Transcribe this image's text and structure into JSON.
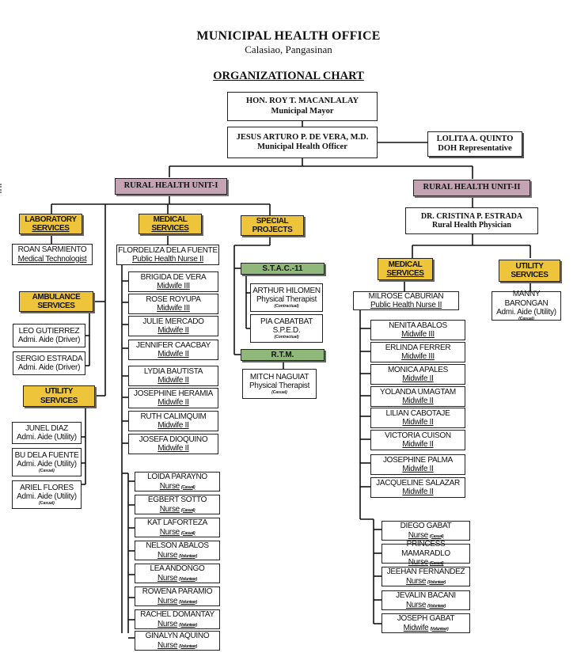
{
  "header": {
    "office": "MUNICIPAL HEALTH OFFICE",
    "location": "Calasiao, Pangasinan",
    "chart_title": "ORGANIZATIONAL CHART"
  },
  "colors": {
    "unit_header": "#c4a3b2",
    "service_header": "#eec43a",
    "project_header": "#8fb87a"
  },
  "top": {
    "mayor": {
      "name": "HON. ROY T. MACANLALAY",
      "role": "Municipal Mayor"
    },
    "mho": {
      "name": "JESUS ARTURO P. DE VERA, M.D.",
      "role": "Municipal Health Officer"
    },
    "doh": {
      "name": "LOLITA A. QUINTO",
      "role": "DOH Representative"
    }
  },
  "rhu1": {
    "label": "RURAL HEALTH UNIT-I",
    "laboratory": {
      "title": [
        "LABORATORY",
        "SERVICES"
      ],
      "staff": [
        {
          "name": "ROAN SARMIENTO",
          "role": "Medical Technologist"
        }
      ]
    },
    "ambulance": {
      "title": [
        "AMBULANCE",
        "SERVICES"
      ],
      "staff": [
        {
          "name": "LEO GUTIERREZ",
          "role": "Admi. Aide (Driver)"
        },
        {
          "name": "SERGIO ESTRADA",
          "role": "Admi. Aide (Driver)"
        }
      ]
    },
    "utility": {
      "title": [
        "UTILITY",
        "SERVICES"
      ],
      "staff": [
        {
          "name": "JUNEL DIAZ",
          "role": "Admi. Aide (Utility)",
          "status": ""
        },
        {
          "name": "BU DELA FUENTE",
          "role": "Admi. Aide (Utility)",
          "status": "(Casual)"
        },
        {
          "name": "ARIEL FLORES",
          "role": "Admi. Aide (Utility)",
          "status": "(Casual)"
        }
      ]
    },
    "medical": {
      "title": [
        "MEDICAL",
        "SERVICES"
      ],
      "head": {
        "name": "FLORDELIZA DELA FUENTE",
        "role": "Public Health Nurse II"
      },
      "midwives": [
        {
          "name": "BRIGIDA DE VERA",
          "role": "Midwife III"
        },
        {
          "name": "ROSE ROYUPA",
          "role": "Midwife III"
        },
        {
          "name": "JULIE MERCADO",
          "role": "Midwife II"
        },
        {
          "name": "JENNIFER CAACBAY",
          "role": "Midwife II"
        },
        {
          "name": "LYDIA BAUTISTA",
          "role": "Midwife II"
        },
        {
          "name": "JOSEPHINE HERAMIA",
          "role": "Midwife II"
        },
        {
          "name": "RUTH CALIMQUIM",
          "role": "Midwife II"
        },
        {
          "name": "JOSEFA DIOQUINO",
          "role": "Midwife II"
        }
      ],
      "nurses": [
        {
          "name": "LOIDA PARAYNO",
          "role": "Nurse",
          "status": "(Casual)"
        },
        {
          "name": "EGBERT SOTTO",
          "role": "Nurse",
          "status": "(Casual)"
        },
        {
          "name": "KAT LAFORTEZA",
          "role": "Nurse",
          "status": "(Casual)"
        },
        {
          "name": "NELSON ABALOS",
          "role": "Nurse",
          "status": "(Volunteer)"
        },
        {
          "name": "LEA ANDONGO",
          "role": "Nurse",
          "status": "(Volunteer)"
        },
        {
          "name": "ROWENA PARAMIO",
          "role": "Nurse",
          "status": "(Volunteer)"
        },
        {
          "name": "RACHEL DOMANTAY",
          "role": "Nurse",
          "status": "(Volunteer)"
        },
        {
          "name": "GINALYN AQUINO",
          "role": "Nurse",
          "status": "(Volunteer)"
        }
      ]
    },
    "special": {
      "title": [
        "SPECIAL",
        "PROJECTS"
      ],
      "stac": {
        "label": "S.T.A.C.-11",
        "staff": [
          {
            "name": "ARTHUR HILOMEN",
            "role": "Physical Therapist",
            "status": "(Contractual)"
          },
          {
            "name": "PIA CABATBAT",
            "role": "S.P.E.D.",
            "status": "(Contractual)"
          }
        ]
      },
      "rtm": {
        "label": "R.T.M.",
        "staff": [
          {
            "name": "MITCH NAGUIAT",
            "role": "Physical Therapist",
            "status": "(Casual)"
          }
        ]
      }
    }
  },
  "rhu2": {
    "label": "RURAL HEALTH UNIT-II",
    "physician": {
      "name": "DR. CRISTINA P. ESTRADA",
      "role": "Rural Health Physician"
    },
    "medical": {
      "title": [
        "MEDICAL",
        "SERVICES"
      ],
      "head": {
        "name": "MILROSE CABURIAN",
        "role": "Public Health Nurse II"
      },
      "midwives": [
        {
          "name": "NENITA ABALOS",
          "role": "Midwife III"
        },
        {
          "name": "ERLINDA FERRER",
          "role": "Midwife III"
        },
        {
          "name": "MONICA APALES",
          "role": "Midwife II"
        },
        {
          "name": "YOLANDA UMAGTAM",
          "role": "Midwife II"
        },
        {
          "name": "LILIAN CABOTAJE",
          "role": "Midwife II"
        },
        {
          "name": "VICTORIA CUISON",
          "role": "Midwife II"
        },
        {
          "name": "JOSEPHINE PALMA",
          "role": "Midwife II"
        },
        {
          "name": "JACQUELINE SALAZAR",
          "role": "Midwife II"
        }
      ],
      "others": [
        {
          "name": "DIEGO GABAT",
          "role": "Nurse",
          "status": "(Casual)"
        },
        {
          "name": "PRINCESS MAMARADLO",
          "role": "Nurse",
          "status": "(Casual)"
        },
        {
          "name": "JEEHAN FERNANDEZ",
          "role": "Nurse",
          "status": "(Volunteer)"
        },
        {
          "name": "JEVALIN BACANI",
          "role": "Nurse",
          "status": "(Volunteer)"
        },
        {
          "name": "JOSEPH GABAT",
          "role": "Midwife",
          "status": "(Volunteer)"
        }
      ]
    },
    "utility": {
      "title": [
        "UTILITY",
        "SERVICES"
      ],
      "staff": [
        {
          "name": "MANNY BARONGAN",
          "role": "Admi. Aide (Utility)",
          "status": "(Casual)"
        }
      ]
    }
  }
}
